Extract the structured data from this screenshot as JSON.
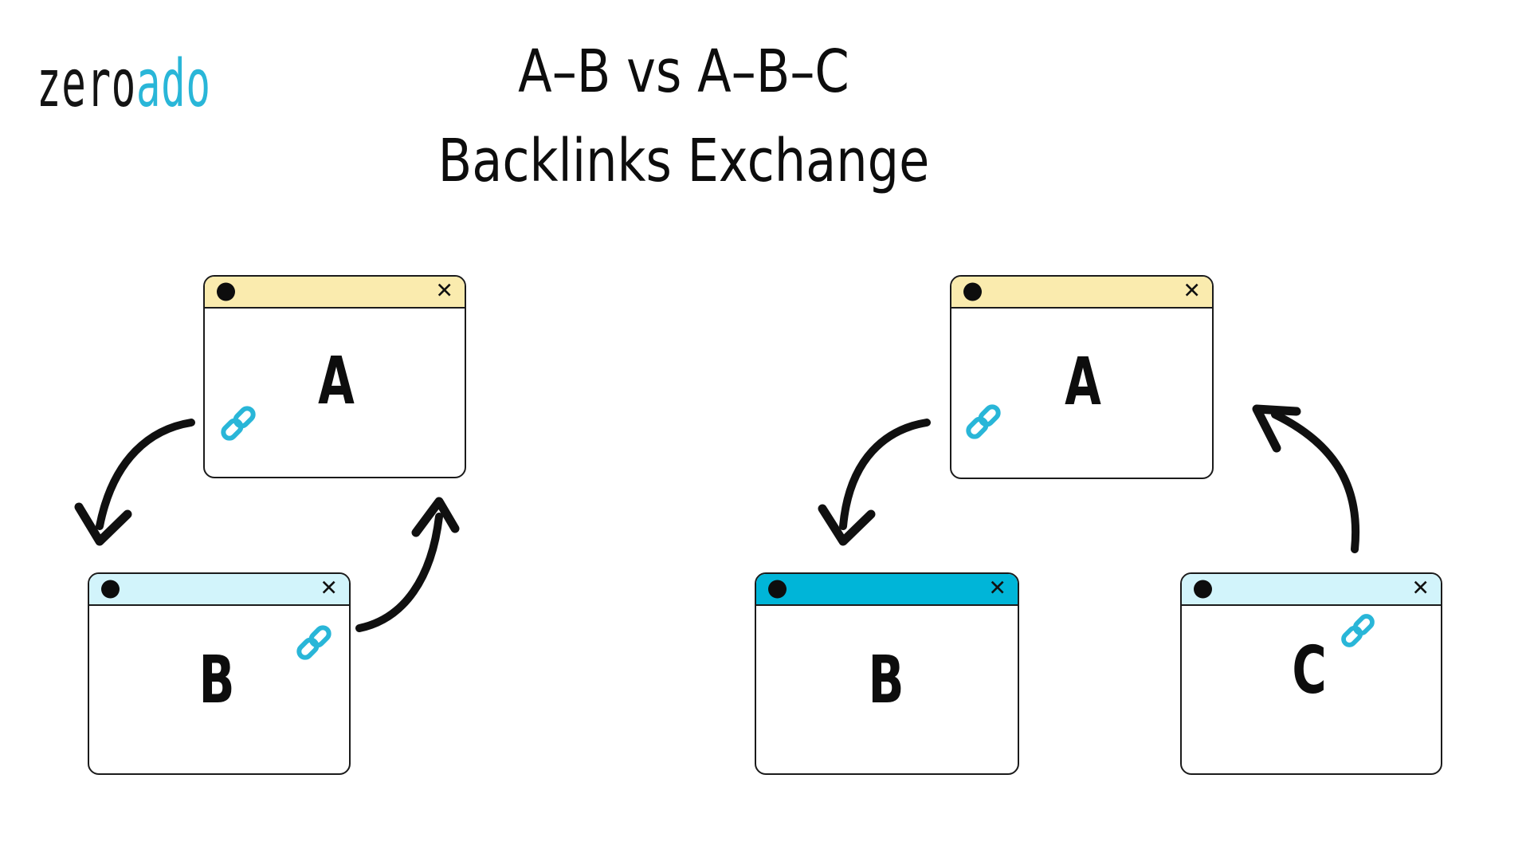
{
  "logo": {
    "black_part": "zero",
    "cyan_part": "ado"
  },
  "title": {
    "line1": "A–B vs A–B–C",
    "line2": "Backlinks Exchange"
  },
  "colors": {
    "accent_cyan": "#29B6D8",
    "titlebar_yellow": "#FAEBAE",
    "titlebar_light_cyan": "#D2F4FB",
    "titlebar_bright_cyan": "#00B5D8",
    "ink": "#141414",
    "background": "#FFFFFF"
  },
  "icons": {
    "close_glyph": "✕"
  },
  "diagrams": {
    "left": {
      "name": "A–B backlinks exchange",
      "windows": {
        "a": {
          "label": "A",
          "titlebar_color": "#FAEBAE",
          "link_icon": "bottom-left"
        },
        "b": {
          "label": "B",
          "titlebar_color": "#D2F4FB",
          "link_icon": "top-right"
        }
      },
      "arrows": [
        {
          "from": "A",
          "to": "B"
        },
        {
          "from": "B",
          "to": "A"
        }
      ]
    },
    "right": {
      "name": "A–B–C backlinks exchange",
      "windows": {
        "a": {
          "label": "A",
          "titlebar_color": "#FAEBAE",
          "link_icon": "bottom-left"
        },
        "b": {
          "label": "B",
          "titlebar_color": "#00B5D8",
          "link_icon": "none"
        },
        "c": {
          "label": "C",
          "titlebar_color": "#D2F4FB",
          "link_icon": "top-right"
        }
      },
      "arrows": [
        {
          "from": "A",
          "to": "B"
        },
        {
          "from": "C",
          "to": "A"
        }
      ]
    }
  }
}
